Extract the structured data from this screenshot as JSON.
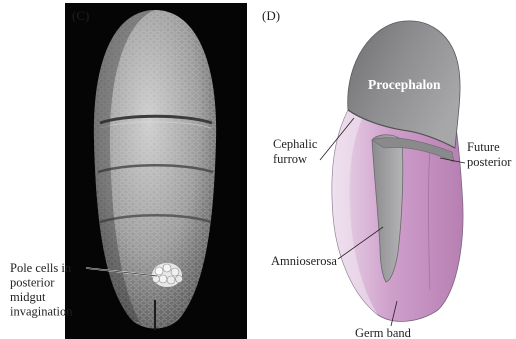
{
  "panel_c": {
    "letter": "(C)",
    "pole_cells_label": [
      "Pole cells in",
      "posterior",
      "midgut",
      "invagination"
    ]
  },
  "panel_d": {
    "letter": "(D)",
    "procephalon": "Procephalon",
    "cephalic_furrow": [
      "Cephalic",
      "furrow"
    ],
    "future_posterior": [
      "Future",
      "posterior"
    ],
    "amnioserosa": "Amnioserosa",
    "germ_band": "Germ band"
  },
  "colors": {
    "procephalon_fill": "#8e8e90",
    "germ_band_fill": "#c994c3",
    "amnioserosa_fill": "#a2a2a4",
    "sem_background": "#050505"
  }
}
